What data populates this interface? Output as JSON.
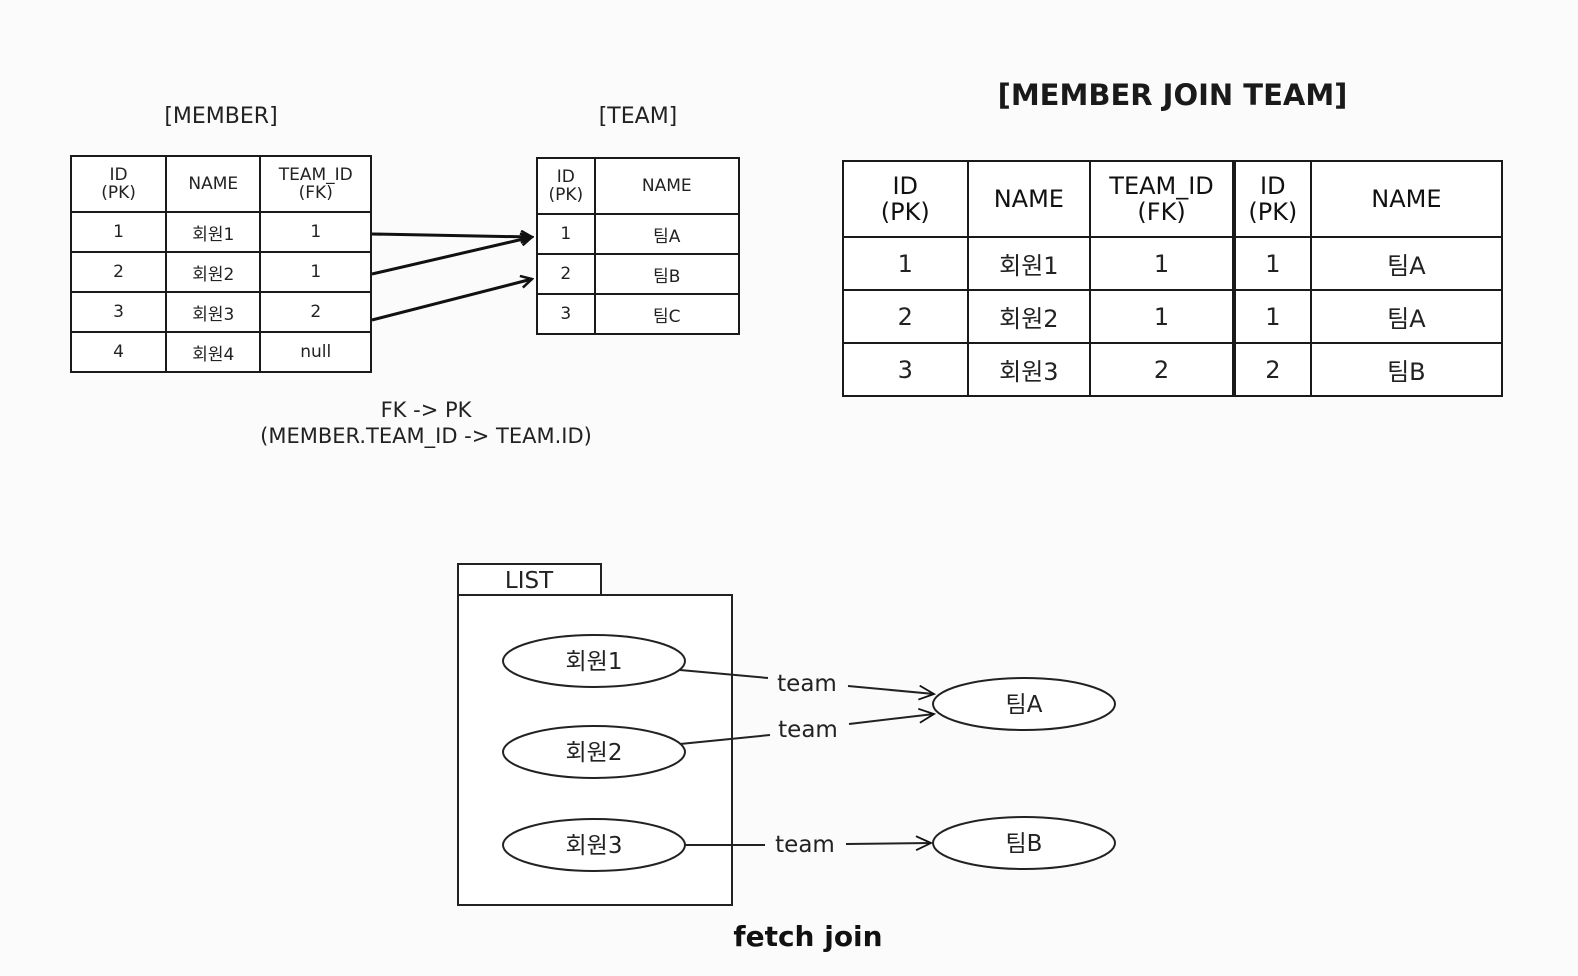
{
  "member_table": {
    "caption": "[MEMBER]",
    "headers": [
      "ID\n(PK)",
      "NAME",
      "TEAM_ID\n(FK)"
    ],
    "rows": [
      [
        "1",
        "회원1",
        "1"
      ],
      [
        "2",
        "회원2",
        "1"
      ],
      [
        "3",
        "회원3",
        "2"
      ],
      [
        "4",
        "회원4",
        "null"
      ]
    ]
  },
  "team_table": {
    "caption": "[TEAM]",
    "headers": [
      "ID\n(PK)",
      "NAME"
    ],
    "rows": [
      [
        "1",
        "팀A"
      ],
      [
        "2",
        "팀B"
      ],
      [
        "3",
        "팀C"
      ]
    ]
  },
  "fk_note": {
    "line1": "FK -> PK",
    "line2": "(MEMBER.TEAM_ID -> TEAM.ID)"
  },
  "join_table": {
    "title": "[MEMBER JOIN TEAM]",
    "headers": [
      "ID\n(PK)",
      "NAME",
      "TEAM_ID\n(FK)",
      "ID\n(PK)",
      "NAME"
    ],
    "rows": [
      [
        "1",
        "회원1",
        "1",
        "1",
        "팀A"
      ],
      [
        "2",
        "회원2",
        "1",
        "1",
        "팀A"
      ],
      [
        "3",
        "회원3",
        "2",
        "2",
        "팀B"
      ]
    ]
  },
  "fetch_diagram": {
    "list_label": "LIST",
    "members": [
      "회원1",
      "회원2",
      "회원3"
    ],
    "teams": [
      "팀A",
      "팀B"
    ],
    "edge_label": "team",
    "caption": "fetch join"
  }
}
